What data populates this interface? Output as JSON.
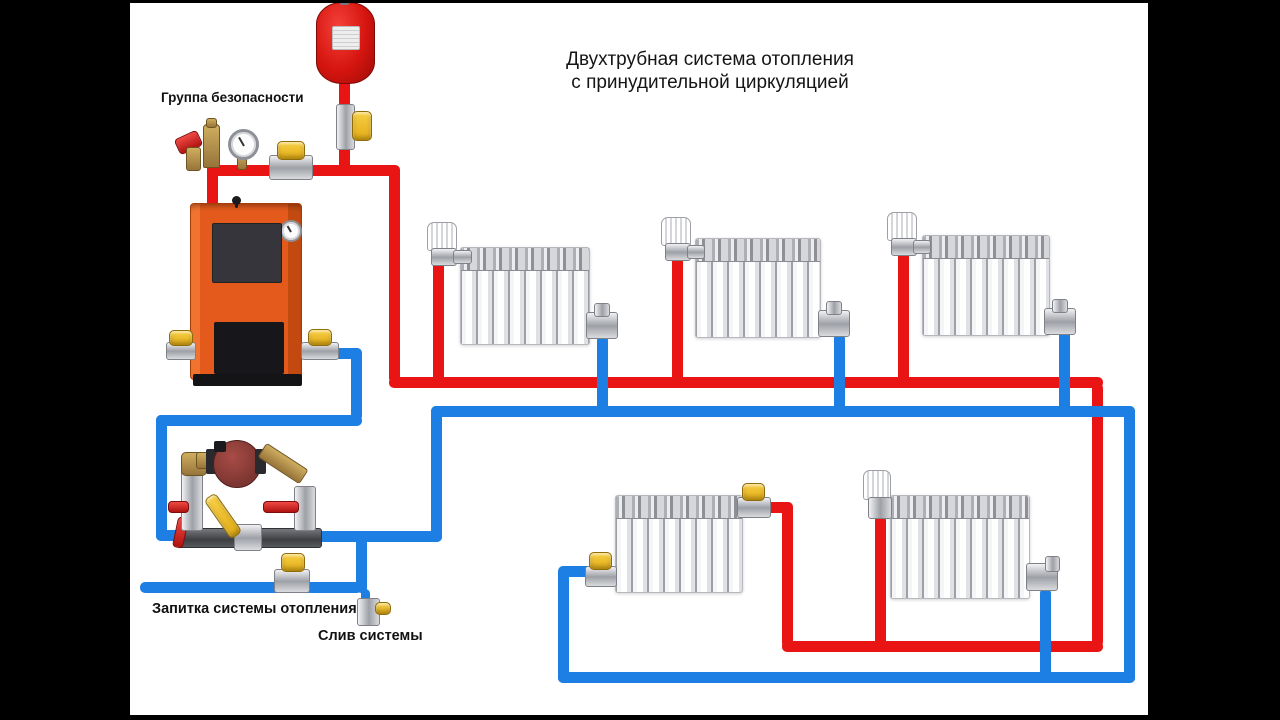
{
  "title": {
    "line1": "Двухтрубная система отопления",
    "line2": "с принудительной циркуляцией"
  },
  "labels": {
    "safety_group": "Группа безопасности",
    "feed": "Запитка системы отопления",
    "drain": "Слив системы"
  },
  "colors": {
    "pipe_red": "#e91414",
    "pipe_blue": "#1d7ee3",
    "boiler_orange": "#e35a1c",
    "valve_yellow": "#e3ac16",
    "brass": "#97743a",
    "pump_maroon": "#7c3531",
    "letterbox": "#000000",
    "background": "#ffffff",
    "text": "#111111"
  }
}
